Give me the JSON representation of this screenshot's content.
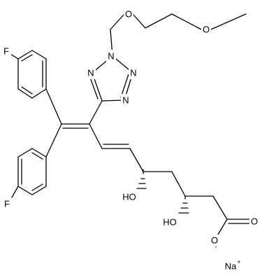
{
  "molecule": {
    "atoms": {
      "fluorine_top": "F",
      "fluorine_bottom": "F",
      "oxygen_ether_1": "O",
      "oxygen_ether_2": "O",
      "tetrazole_n1": "N",
      "tetrazole_n2": "N",
      "tetrazole_n3": "N",
      "tetrazole_n4": "N",
      "hydroxyl_5": "HO",
      "hydroxyl_3": "HO",
      "carbonyl_oxygen": "O",
      "carboxylate_oxygen": "O",
      "carboxylate_charge": "-",
      "counterion": "Na",
      "counterion_charge": "+"
    }
  }
}
